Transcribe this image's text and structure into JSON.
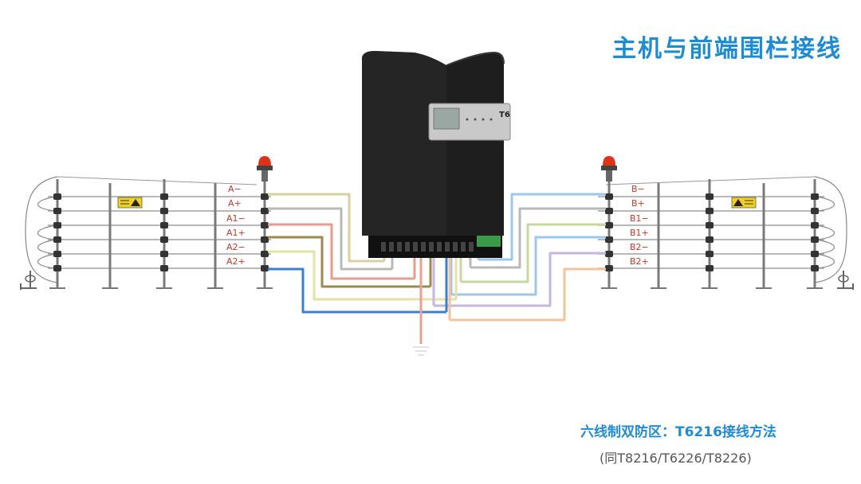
{
  "title": "主机与前端围栏接线",
  "subtitle": "六线制双防区：T6216接线方法",
  "subnote": "(同T8216/T6226/T8226)",
  "device": {
    "logo": "T6"
  },
  "zone_a": {
    "labels": [
      "A−",
      "A+",
      "A1−",
      "A1+",
      "A2−",
      "A2+"
    ]
  },
  "zone_b": {
    "labels": [
      "B−",
      "B+",
      "B1−",
      "B1+",
      "B2−",
      "B2+"
    ]
  },
  "colors": {
    "title": "#1e8cd2",
    "subtitle": "#1e8cd2",
    "subnote": "#555555",
    "label": "#c0392b",
    "device_body": "#1e1e1e",
    "wire_blue": "#3d7fcf",
    "wire_lightblue": "#9cc6ea",
    "wire_grey": "#b8b8b8",
    "wire_red": "#e89b8e",
    "wire_olive": "#9c8a4e",
    "wire_tan": "#d9cfa0",
    "wire_green": "#c3d9a0",
    "wire_lilac": "#c4b6dc",
    "wire_orange": "#f4c39a",
    "wire_yellow": "#e6e1a6",
    "ground": "#e8a090"
  },
  "icons": [
    "alarm-light-icon",
    "warning-sign-icon",
    "ground-icon",
    "insulator-icon"
  ]
}
